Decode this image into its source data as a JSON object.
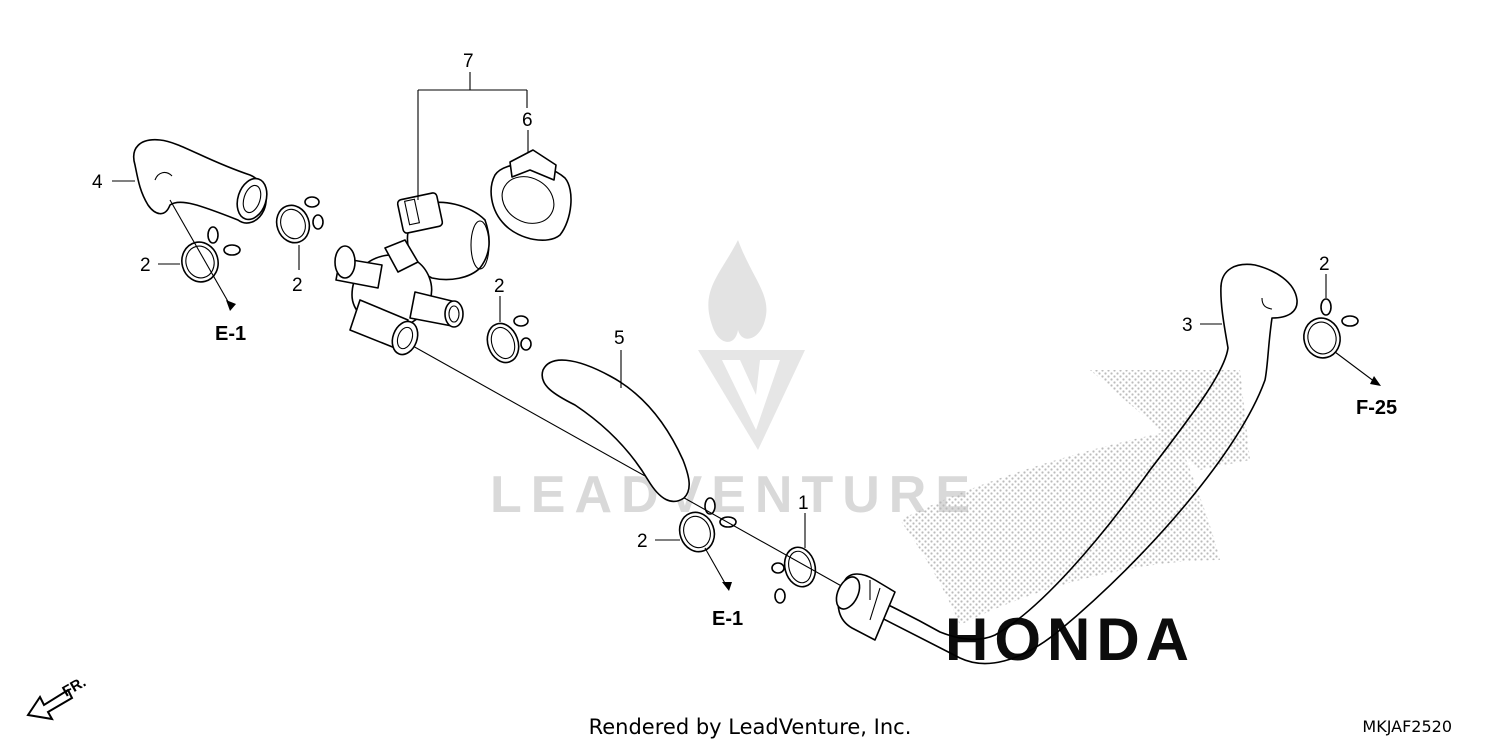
{
  "callouts": {
    "c1": "1",
    "c2a": "2",
    "c2b": "2",
    "c2c": "2",
    "c2d": "2",
    "c2e": "2",
    "c3": "3",
    "c4": "4",
    "c5": "5",
    "c6": "6",
    "c7": "7"
  },
  "refs": {
    "e1_left": "E-1",
    "e1_center": "E-1",
    "f25": "F-25"
  },
  "direction_label": "FR.",
  "watermark": {
    "text": "LEADVENTURE",
    "brand": "HONDA"
  },
  "footer": {
    "rendered_by": "Rendered by LeadVenture, Inc.",
    "diagram_code": "MKJAF2520"
  }
}
